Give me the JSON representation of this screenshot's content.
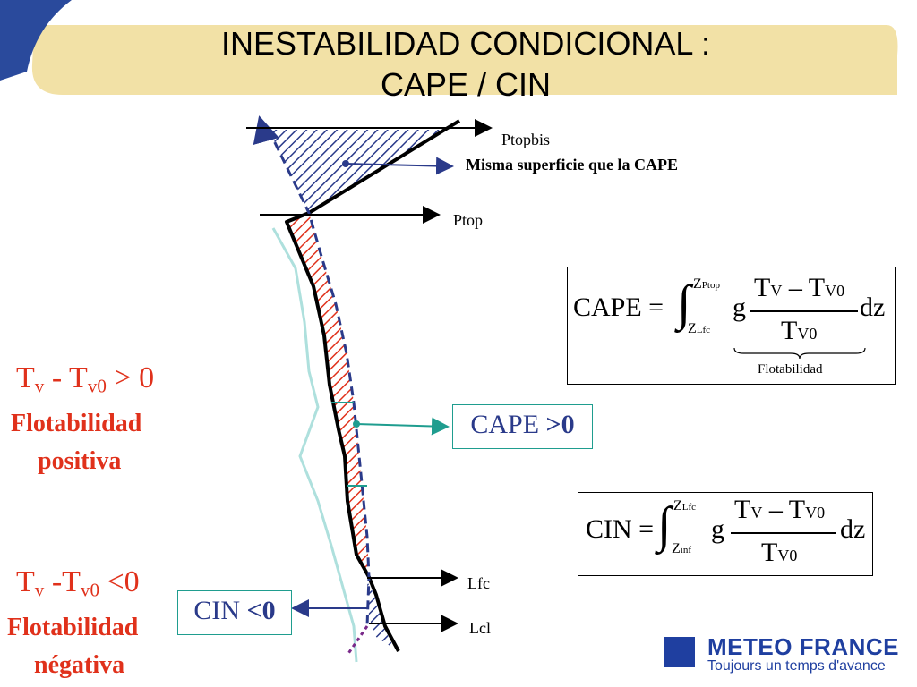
{
  "title": {
    "line1": "INESTABILIDAD CONDICIONAL :",
    "line2": "CAPE / CIN"
  },
  "levels": {
    "ptopbis": "Ptopbis",
    "ptop": "Ptop",
    "lfc": "Lfc",
    "lcl": "Lcl"
  },
  "annotation": "Misma superficie que la CAPE",
  "left_labels": {
    "positive_expr": {
      "t": "T",
      "v": "v",
      "rest": " - T",
      "v0": "v0",
      "rel": " > 0"
    },
    "positive_1": "Flotabilidad",
    "positive_2": "positiva",
    "negative_expr": {
      "t": "T",
      "v": "v",
      "rest": " -T",
      "v0": "v0",
      "rel": " <0"
    },
    "negative_1": "Flotabilidad",
    "negative_2": "négativa"
  },
  "boxes": {
    "cape": {
      "name": "CAPE ",
      "rel": ">0"
    },
    "cin": {
      "name": "CIN ",
      "rel": "<0"
    }
  },
  "cape_formula": {
    "lhs": "CAPE =",
    "g": "g",
    "dz": "dz",
    "upper": "Z",
    "upper_sub": "Ptop",
    "lower": "Z",
    "lower_sub": "Lfc",
    "num": {
      "t1": "T",
      "s1": "V",
      "minus": " – T",
      "s2": "V0"
    },
    "den": {
      "t": "T",
      "s": "V0"
    },
    "brace_label": "Flotabilidad"
  },
  "cin_formula": {
    "lhs": "CIN =",
    "g": "g",
    "dz": "dz",
    "upper": "Z",
    "upper_sub": "Lfc",
    "lower": "Z",
    "lower_sub": "inf",
    "num": {
      "t1": "T",
      "s1": "V",
      "minus": " – T",
      "s2": "V0"
    },
    "den": {
      "t": "T",
      "s": "V0"
    }
  },
  "logo": {
    "name": "METEO FRANCE",
    "tagline": "Toujours un temps d'avance"
  },
  "colors": {
    "banner": "#f2e1a6",
    "corner": "#2a4a9c",
    "cape_hatch": "#e0311b",
    "upper_hatch": "#2a3a8a",
    "parcel": "#2a3a8a",
    "environment_curve": "#aee0dd",
    "box_border": "#1f9d8f"
  }
}
